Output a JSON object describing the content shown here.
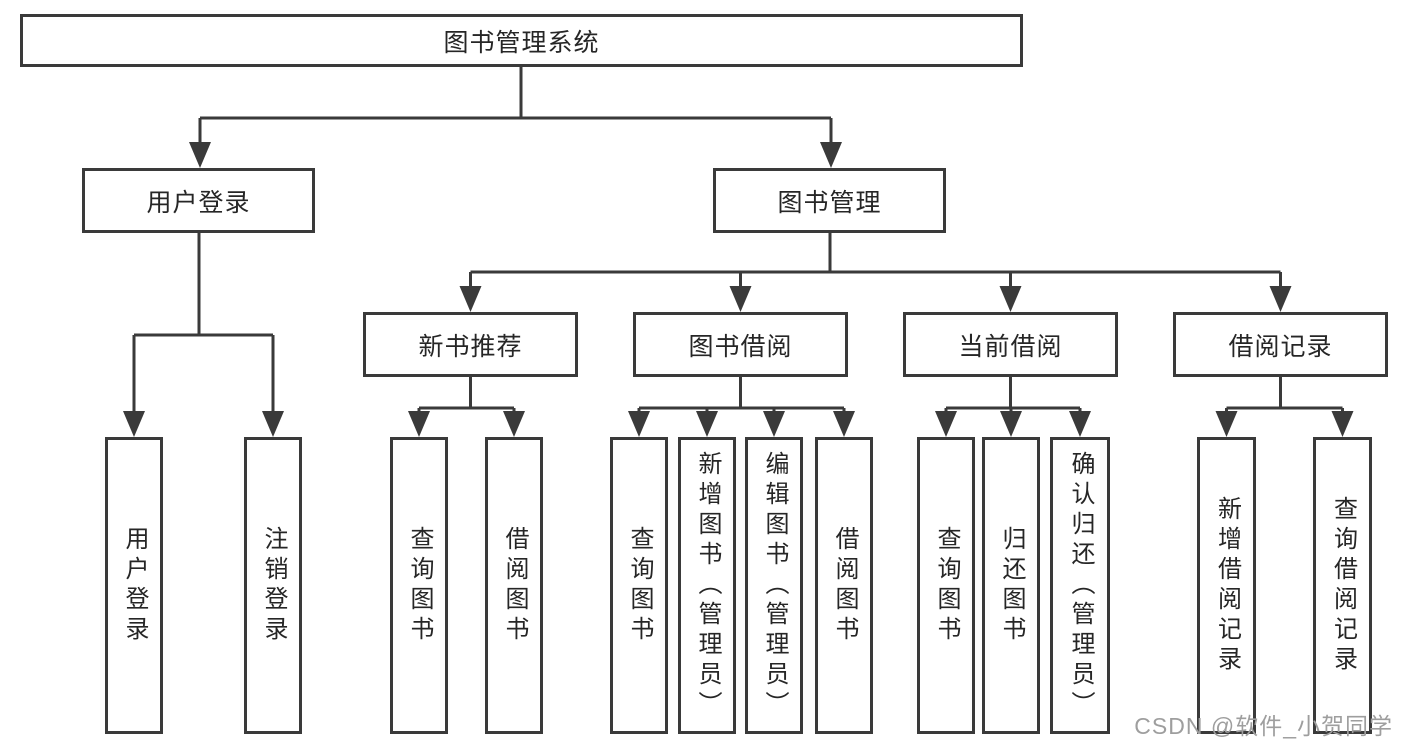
{
  "nodes": {
    "root": "图书管理系统",
    "user_login": "用户登录",
    "book_mgmt": "图书管理",
    "ul_login": "用户登录",
    "ul_logout": "注销登录",
    "new_books": "新书推荐",
    "book_borrow": "图书借阅",
    "current_borrow": "当前借阅",
    "borrow_records": "借阅记录",
    "nb_query": "查询图书",
    "nb_borrow": "借阅图书",
    "bb_query": "查询图书",
    "bb_add": "新增图书（管理员）",
    "bb_edit": "编辑图书（管理员）",
    "bb_borrow": "借阅图书",
    "cb_query": "查询图书",
    "cb_return": "归还图书",
    "cb_confirm": "确认归还（管理员）",
    "br_add": "新增借阅记录",
    "br_query": "查询借阅记录"
  },
  "watermark": "CSDN @软件_小贺同学",
  "colors": {
    "line": "#3a3a3a",
    "text": "#262626",
    "watermark": "#9e9e9e",
    "background": "#ffffff"
  }
}
